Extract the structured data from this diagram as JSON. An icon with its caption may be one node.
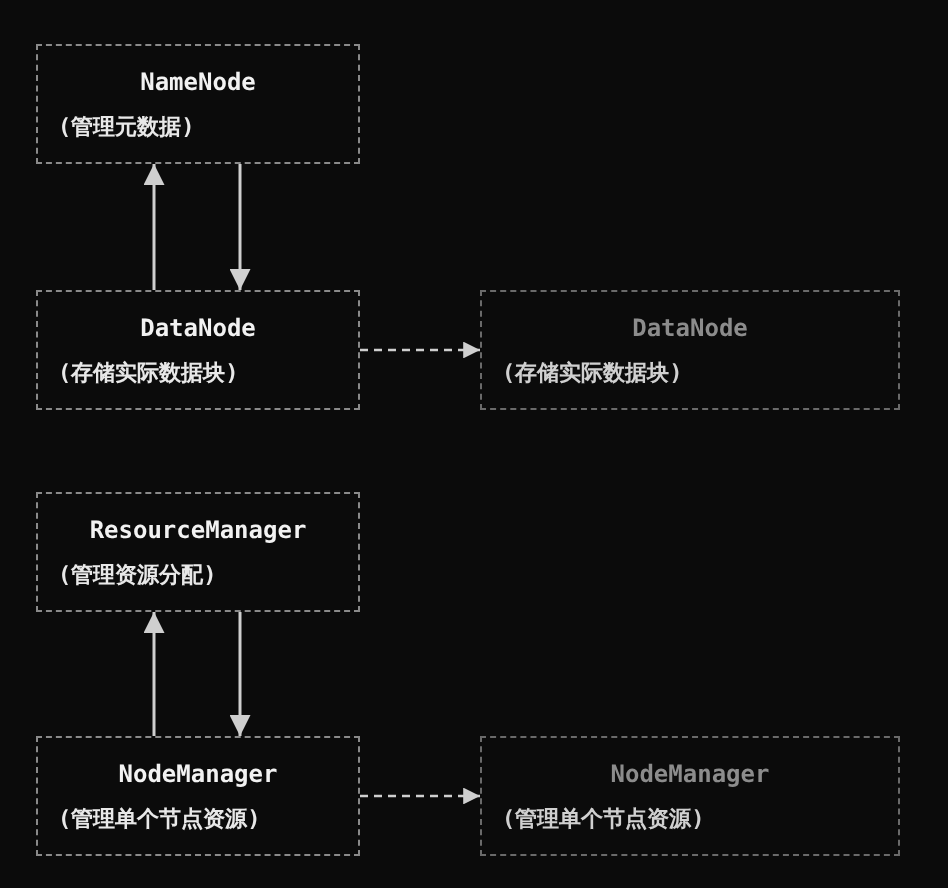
{
  "diagram": {
    "nodes": [
      {
        "text": [
          "NameNode",
          "(管理元数据)"
        ]
      },
      {
        "text": [
          "DataNode",
          "(存储实际数据块)"
        ]
      },
      {
        "text": [
          "DataNode",
          "(存储实际数据块)"
        ]
      },
      {
        "text": [
          "ResourceManager",
          "(管理资源分配)"
        ]
      },
      {
        "text": [
          "NodeManager",
          "(管理单个节点资源)"
        ]
      },
      {
        "text": [
          "NodeManager",
          "(管理单个节点资源)"
        ]
      }
    ],
    "edges": [
      {
        "from": 1,
        "to": 0,
        "arrow": "to"
      },
      {
        "from": 0,
        "to": 1,
        "arrow": "to"
      },
      {
        "from": 1,
        "to": 2,
        "arrow": "to",
        "style": "dashed"
      },
      {
        "from": 4,
        "to": 3,
        "arrow": "to"
      },
      {
        "from": 3,
        "to": 4,
        "arrow": "to"
      },
      {
        "from": 4,
        "to": 5,
        "arrow": "to",
        "style": "dashed"
      }
    ]
  }
}
